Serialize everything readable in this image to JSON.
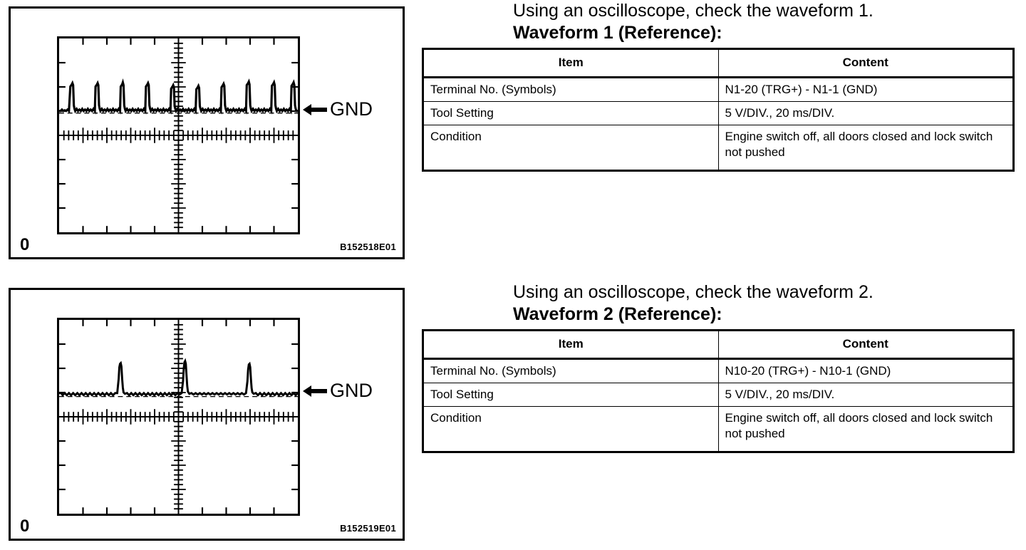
{
  "figures": [
    {
      "code": "B152518E01",
      "zero_mark": "0",
      "gnd_label": "GND",
      "waveform": {
        "type": "pulse-train",
        "pulse_count": 10,
        "baseline_div_from_top": 3.0,
        "peak_height_div": 1.1,
        "noise": "small ripple on baseline"
      }
    },
    {
      "code": "B152519E01",
      "zero_mark": "0",
      "gnd_label": "GND",
      "waveform": {
        "type": "pulse-train",
        "pulse_count": 3,
        "baseline_div_from_top": 3.0,
        "peak_height_div": 1.2,
        "noise": "small ripple on baseline"
      }
    }
  ],
  "blocks": [
    {
      "intro": "Using an oscilloscope, check the waveform 1.",
      "subtitle": "Waveform 1 (Reference):",
      "table": {
        "headers": [
          "Item",
          "Content"
        ],
        "rows": [
          [
            "Terminal No. (Symbols)",
            "N1-20 (TRG+) - N1-1 (GND)"
          ],
          [
            "Tool Setting",
            "5 V/DIV., 20 ms/DIV."
          ],
          [
            "Condition",
            "Engine switch off, all doors closed and lock switch not pushed"
          ]
        ]
      }
    },
    {
      "intro": "Using an oscilloscope, check the waveform 2.",
      "subtitle": "Waveform 2 (Reference):",
      "table": {
        "headers": [
          "Item",
          "Content"
        ],
        "rows": [
          [
            "Terminal No. (Symbols)",
            "N10-20 (TRG+) - N10-1 (GND)"
          ],
          [
            "Tool Setting",
            "5 V/DIV., 20 ms/DIV."
          ],
          [
            "Condition",
            "Engine switch off, all doors closed and lock switch not pushed"
          ]
        ]
      }
    }
  ],
  "chart_data": [
    {
      "type": "line",
      "title": "Waveform 1 (Reference)",
      "xlabel": "Time (20 ms/DIV.)",
      "ylabel": "Voltage (5 V/DIV.)",
      "grid": true,
      "xlim": [
        0,
        10
      ],
      "ylim": [
        0,
        8
      ],
      "x_divisions": 10,
      "y_divisions": 8,
      "gnd_level_div": 5.0,
      "series": [
        {
          "name": "N1-20 (TRG+) - N1-1 (GND)",
          "description": "Repeating pulse train, 10 narrow positive pulses across the 10 horizontal divisions, approx. 1.1 division (5.5 V) amplitude above the GND baseline, with low-amplitude ripple along the baseline.",
          "pulse_positions_div": [
            0.55,
            1.55,
            2.55,
            3.55,
            4.55,
            5.55,
            6.55,
            7.55,
            8.55,
            9.55
          ],
          "pulse_amplitude_div": 1.1,
          "baseline_div": 5.0
        }
      ]
    },
    {
      "type": "line",
      "title": "Waveform 2 (Reference)",
      "xlabel": "Time (20 ms/DIV.)",
      "ylabel": "Voltage (5 V/DIV.)",
      "grid": true,
      "xlim": [
        0,
        10
      ],
      "ylim": [
        0,
        8
      ],
      "x_divisions": 10,
      "y_divisions": 8,
      "gnd_level_div": 5.0,
      "series": [
        {
          "name": "N10-20 (TRG+) - N10-1 (GND)",
          "description": "Three narrow positive spikes across the 10 horizontal divisions, approx. 1.2 division (6 V) amplitude above the GND baseline, with low-amplitude ripple along the baseline.",
          "pulse_positions_div": [
            2.6,
            5.3,
            8.1
          ],
          "pulse_amplitude_div": 1.2,
          "baseline_div": 5.0
        }
      ]
    }
  ]
}
